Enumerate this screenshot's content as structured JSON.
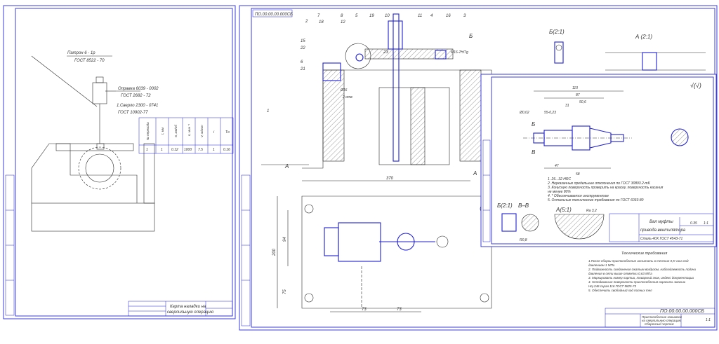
{
  "left_sheet": {
    "callouts": [
      {
        "name": "Патрон 6 - 1р",
        "standard": "ГОСТ 8522 - 70"
      },
      {
        "name": "Оправка 6039 - 0002",
        "standard": "ГОСТ 2682 - 72"
      },
      {
        "name": "1.Сверло 2300 - 0741",
        "standard": "ГОСТ 10902-77"
      }
    ],
    "table": {
      "headers": [
        "№ перехода",
        "t, мм",
        "S, мм/об",
        "n, мин⁻¹",
        "V, м/мин",
        "i",
        "Tо"
      ],
      "values": [
        "1",
        "1",
        "0.12",
        "1000",
        "7.5",
        "1",
        "0.16"
      ]
    },
    "title_block": {
      "title_line1": "Карта наладки на",
      "title_line2": "сверлильную операцию"
    }
  },
  "main_sheet": {
    "stamp": "ПО.00.00.00.000СБ",
    "part_numbers": [
      "2",
      "7",
      "18",
      "8",
      "12",
      "5",
      "19",
      "10",
      "11",
      "4",
      "16",
      "3",
      "15",
      "22",
      "6",
      "21",
      "1",
      "23"
    ],
    "section_labels": {
      "a": "А",
      "b": "Б",
      "b_view": "Б(2:1)",
      "a_view": "А (2:1)"
    },
    "dimensions": [
      "370",
      "200",
      "94",
      "75",
      "73",
      "73",
      "М16-7Н/7g",
      "Ø16",
      "2 отв"
    ],
    "tech_req": {
      "title": "Технические требования",
      "items": [
        "1.После сборки приспособление испытать в течение 0,5 часа под",
        "давлением 1 МПа",
        "2. Подвижность соединения сжатым воздухом, наблюдаемость подачи",
        "давления в сети выше отметки 0,63 МПа",
        "3. Маркировать номер партии, товарный знак, индекс документации",
        "4. Неподвижные поверхности приспособления окрасить эмалью",
        "НЦ-246 серая 116 ГОСТ 9825-73",
        "5. Обеспечить свободный ход полных тел"
      ]
    },
    "title_block": {
      "code": "ПО.00.00.00.000СБ",
      "title_line1": "Приспособление зажимное",
      "title_line2": "на сверлильную операцию",
      "title_line3": "Сборочный чертеж",
      "scale": "1:1"
    }
  },
  "detail_sheet": {
    "roughness": "√(√)",
    "views": {
      "b": "Б(2:1)",
      "vv": "В–В",
      "a": "А(5:1)",
      "b_mark": "Б",
      "v_mark": "В"
    },
    "dimensions": [
      "110",
      "87",
      "50,6",
      "31",
      "55-0,23",
      "47",
      "58",
      "Ø0,02",
      "Ra 3,2",
      "R0,8"
    ],
    "notes": [
      "1. 26...32 HRC",
      "2. Неуказанные предельные отклонения по ГОСТ 30893.2-mK",
      "3. Конусную поверхность проверить на краску, поверхность касания",
      "не менее 80%",
      "4. * Обеспечивается инструментом",
      "5. Остальные технические требования по ГОСТ 6033-80"
    ],
    "title_block": {
      "title_line1": "Вал муфты",
      "title_line2": "привода вентилятора",
      "material": "Сталь 40Х ГОСТ 4543-71",
      "mass": "0.35",
      "scale": "1:1"
    }
  }
}
